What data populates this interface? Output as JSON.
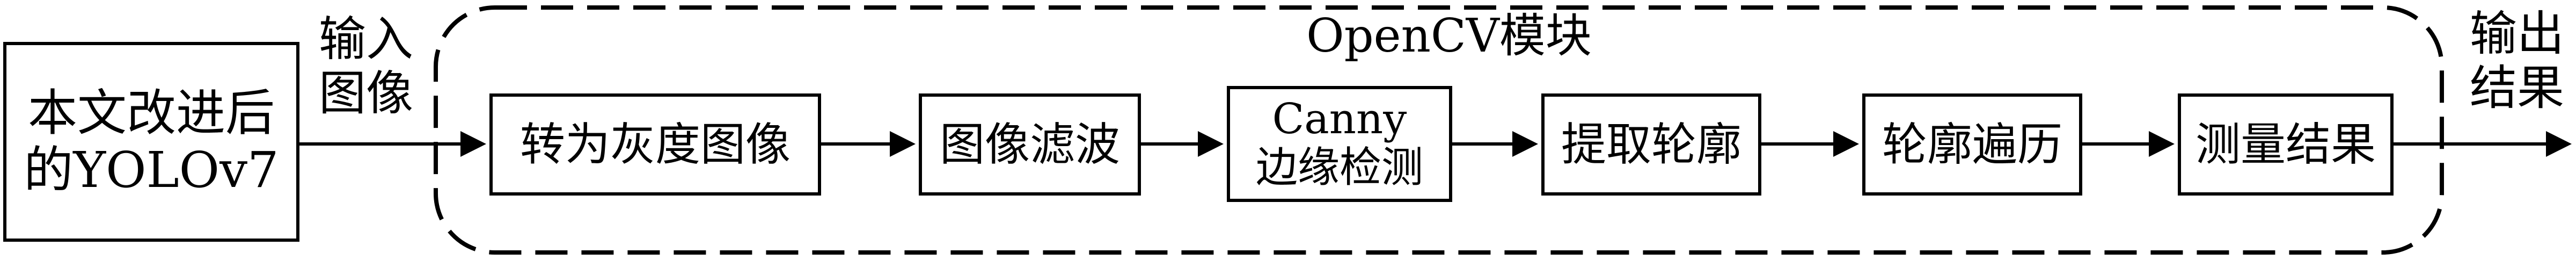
{
  "module_title": "OpenCV模块",
  "input_box": {
    "line1": "本文改进后",
    "line2": "的YOLOv7"
  },
  "input_label": {
    "line1": "输入",
    "line2": "图像"
  },
  "output_label": {
    "line1": "输出",
    "line2": "结果"
  },
  "steps": [
    {
      "line1": "转为灰度图像"
    },
    {
      "line1": "图像滤波"
    },
    {
      "line1": "Canny",
      "line2": "边缘检测"
    },
    {
      "line1": "提取轮廓"
    },
    {
      "line1": "轮廓遍历"
    },
    {
      "line1": "测量结果"
    }
  ],
  "colors": {
    "stroke": "#000000",
    "background": "#ffffff"
  }
}
